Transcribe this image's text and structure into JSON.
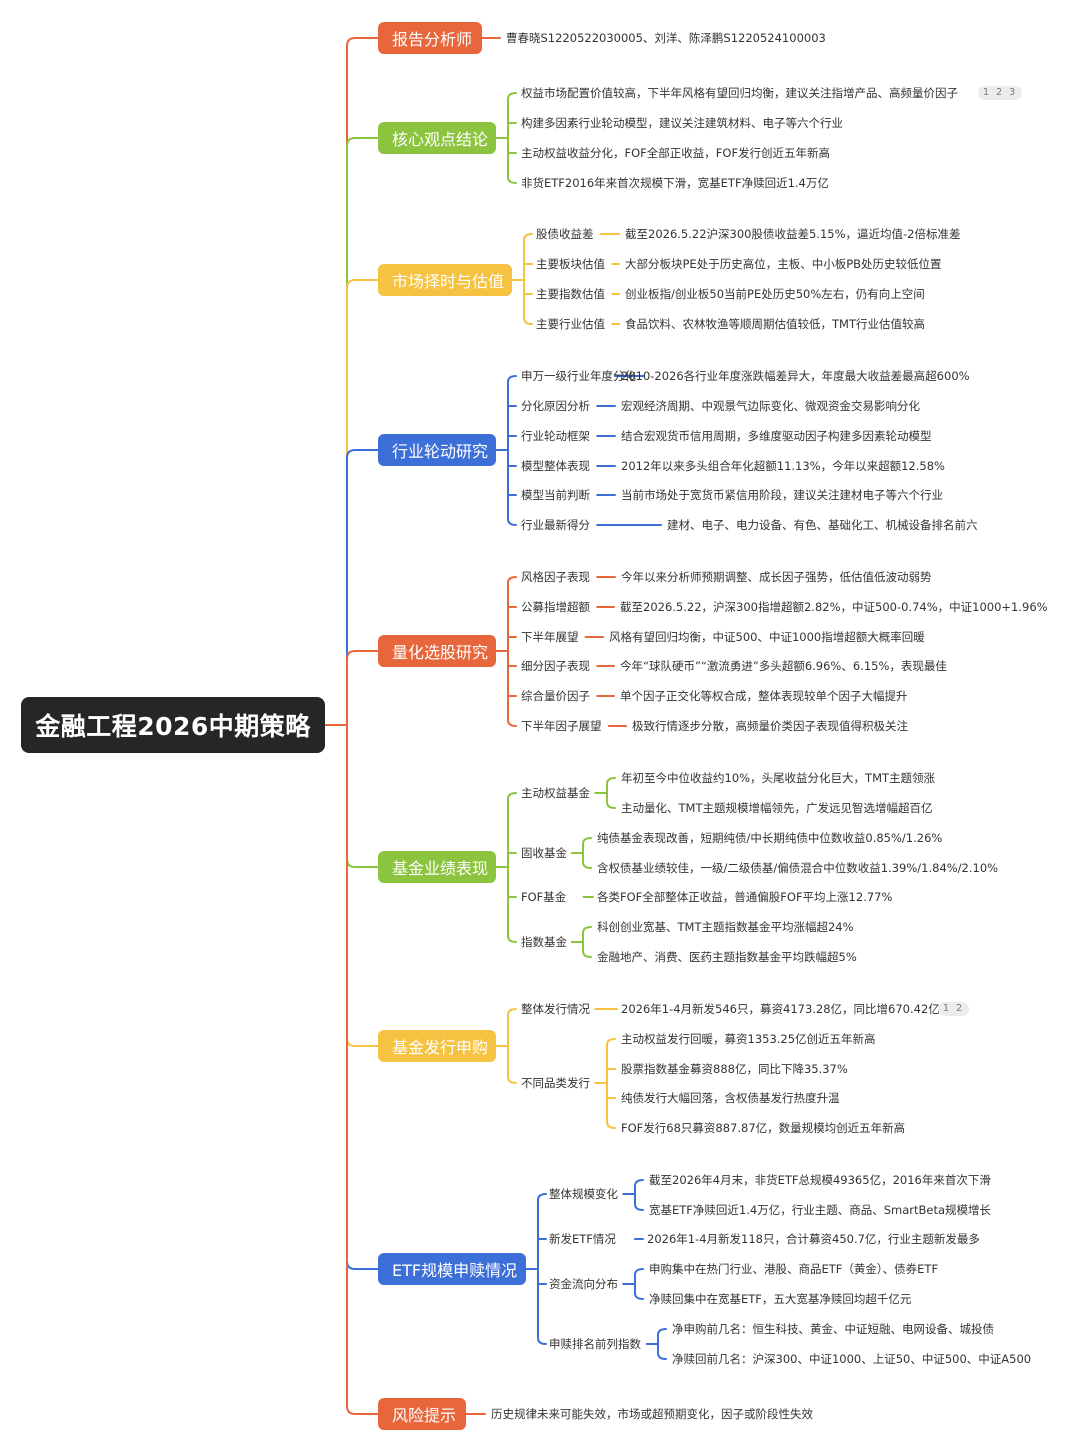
{
  "root": {
    "title": "金融工程2026中期策略"
  },
  "colors": {
    "orange": "#E8663C",
    "green": "#8DC43F",
    "yellow": "#F5C242",
    "blue": "#3D6FD9",
    "dark": "#262626"
  },
  "branches": [
    {
      "label": "报告分析师",
      "color": "orange",
      "children": [
        {
          "text": "曹春晓S1220522030005、刘洋、陈泽鹏S1220524100003"
        }
      ]
    },
    {
      "label": "核心观点结论",
      "color": "green",
      "badge": "1 2 3",
      "children": [
        {
          "text": "权益市场配置价值较高，下半年风格有望回归均衡，建议关注指增产品、高频量价因子"
        },
        {
          "text": "构建多因素行业轮动模型，建议关注建筑材料、电子等六个行业"
        },
        {
          "text": "主动权益收益分化，FOF全部正收益，FOF发行创近五年新高"
        },
        {
          "text": "非货ETF2016年来首次规模下滑，宽基ETF净赎回近1.4万亿"
        }
      ]
    },
    {
      "label": "市场择时与估值",
      "color": "yellow",
      "children": [
        {
          "text": "股债收益差",
          "children": [
            {
              "text": "截至2026.5.22沪深300股债收益差5.15%，逼近均值-2倍标准差"
            }
          ]
        },
        {
          "text": "主要板块估值",
          "children": [
            {
              "text": "大部分板块PE处于历史高位，主板、中小板PB处历史较低位置"
            }
          ]
        },
        {
          "text": "主要指数估值",
          "children": [
            {
              "text": "创业板指/创业板50当前PE处历史50%左右，仍有向上空间"
            }
          ]
        },
        {
          "text": "主要行业估值",
          "children": [
            {
              "text": "食品饮料、农林牧渔等顺周期估值较低，TMT行业估值较高"
            }
          ]
        }
      ]
    },
    {
      "label": "行业轮动研究",
      "color": "blue",
      "children": [
        {
          "text": "申万一级行业年度分化",
          "children": [
            {
              "text": "2010-2026各行业年度涨跌幅差异大，年度最大收益差最高超600%"
            }
          ]
        },
        {
          "text": "分化原因分析",
          "children": [
            {
              "text": "宏观经济周期、中观景气边际变化、微观资金交易影响分化"
            }
          ]
        },
        {
          "text": "行业轮动框架",
          "children": [
            {
              "text": "结合宏观货币信用周期，多维度驱动因子构建多因素轮动模型"
            }
          ]
        },
        {
          "text": "模型整体表现",
          "children": [
            {
              "text": "2012年以来多头组合年化超额11.13%，今年以来超额12.58%"
            }
          ]
        },
        {
          "text": "模型当前判断",
          "children": [
            {
              "text": "当前市场处于宽货币紧信用阶段，建议关注建材电子等六个行业"
            }
          ]
        },
        {
          "text": "行业最新得分",
          "children": [
            {
              "text": "建材、电子、电力设备、有色、基础化工、机械设备排名前六"
            }
          ]
        }
      ]
    },
    {
      "label": "量化选股研究",
      "color": "orange",
      "children": [
        {
          "text": "风格因子表现",
          "children": [
            {
              "text": "今年以来分析师预期调整、成长因子强势，低估值低波动弱势"
            }
          ]
        },
        {
          "text": "公募指增超额",
          "children": [
            {
              "text": "截至2026.5.22，沪深300指增超额2.82%，中证500-0.74%，中证1000+1.96%"
            }
          ]
        },
        {
          "text": "下半年展望",
          "children": [
            {
              "text": "风格有望回归均衡，中证500、中证1000指增超额大概率回暖"
            }
          ]
        },
        {
          "text": "细分因子表现",
          "children": [
            {
              "text": "今年“球队硬币”“激流勇进”多头超额6.96%、6.15%，表现最佳"
            }
          ]
        },
        {
          "text": "综合量价因子",
          "children": [
            {
              "text": "单个因子正交化等权合成，整体表现较单个因子大幅提升"
            }
          ]
        },
        {
          "text": "下半年因子展望",
          "children": [
            {
              "text": "极致行情逐步分散，高频量价类因子表现值得积极关注"
            }
          ]
        }
      ]
    },
    {
      "label": "基金业绩表现",
      "color": "green",
      "children": [
        {
          "text": "主动权益基金",
          "children": [
            {
              "text": "年初至今中位收益约10%，头尾收益分化巨大，TMT主题领涨"
            },
            {
              "text": "主动量化、TMT主题规模增幅领先，广发远见智选增幅超百亿"
            }
          ]
        },
        {
          "text": "固收基金",
          "children": [
            {
              "text": "纯债基金表现改善，短期纯债/中长期纯债中位数收益0.85%/1.26%"
            },
            {
              "text": "含权债基业绩较佳，一级/二级债基/偏债混合中位数收益1.39%/1.84%/2.10%"
            }
          ]
        },
        {
          "text": "FOF基金",
          "children": [
            {
              "text": "各类FOF全部整体正收益，普通偏股FOF平均上涨12.77%"
            }
          ]
        },
        {
          "text": "指数基金",
          "children": [
            {
              "text": "科创创业宽基、TMT主题指数基金平均涨幅超24%"
            },
            {
              "text": "金融地产、消费、医药主题指数基金平均跌幅超5%"
            }
          ]
        }
      ]
    },
    {
      "label": "基金发行申购",
      "color": "yellow",
      "badge": "1 2",
      "children": [
        {
          "text": "整体发行情况",
          "children": [
            {
              "text": "2026年1-4月新发546只，募资4173.28亿，同比增670.42亿"
            }
          ]
        },
        {
          "text": "不同品类发行",
          "children": [
            {
              "text": "主动权益发行回暖，募资1353.25亿创近五年新高"
            },
            {
              "text": "股票指数基金募资888亿，同比下降35.37%"
            },
            {
              "text": "纯债发行大幅回落，含权债基发行热度升温"
            },
            {
              "text": "FOF发行68只募资887.87亿，数量规模均创近五年新高"
            }
          ]
        }
      ]
    },
    {
      "label": "ETF规模申赎情况",
      "color": "blue",
      "children": [
        {
          "text": "整体规模变化",
          "children": [
            {
              "text": "截至2026年4月末，非货ETF总规模49365亿，2016年来首次下滑"
            },
            {
              "text": "宽基ETF净赎回近1.4万亿，行业主题、商品、SmartBeta规模增长"
            }
          ]
        },
        {
          "text": "新发ETF情况",
          "children": [
            {
              "text": "2026年1-4月新发118只，合计募资450.7亿，行业主题新发最多"
            }
          ]
        },
        {
          "text": "资金流向分布",
          "children": [
            {
              "text": "申购集中在热门行业、港股、商品ETF（黄金）、债券ETF"
            },
            {
              "text": "净赎回集中在宽基ETF，五大宽基净赎回均超千亿元"
            }
          ]
        },
        {
          "text": "申赎排名前列指数",
          "children": [
            {
              "text": "净申购前几名：恒生科技、黄金、中证短融、电网设备、城投债"
            },
            {
              "text": "净赎回前几名：沪深300、中证1000、上证50、中证500、中证A500"
            }
          ]
        }
      ]
    },
    {
      "label": "风险提示",
      "color": "orange",
      "children": [
        {
          "text": "历史规律未来可能失效，市场或超预期变化，因子或阶段性失效"
        }
      ]
    }
  ]
}
